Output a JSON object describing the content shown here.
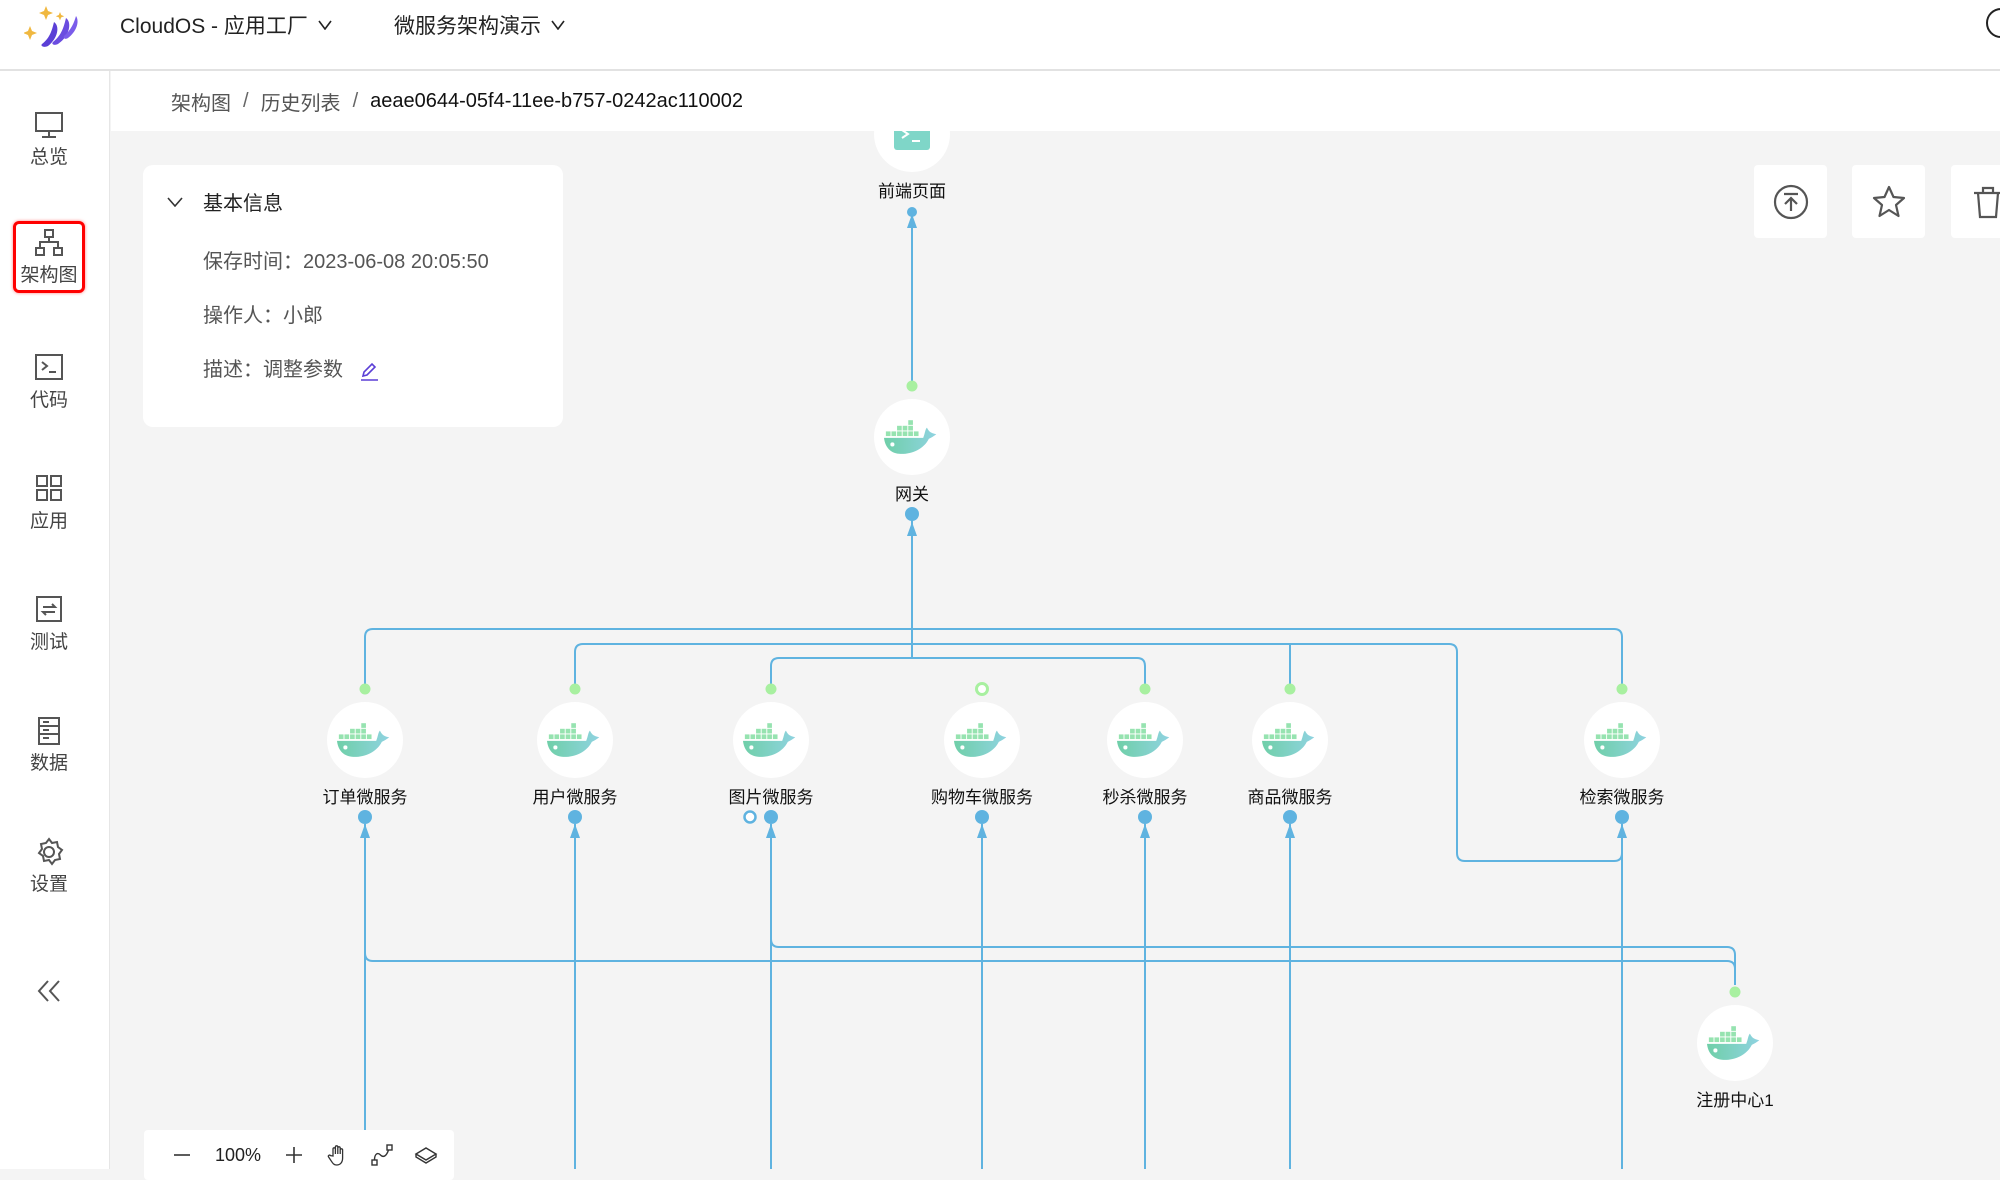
{
  "header": {
    "app_menu": "CloudOS - 应用工厂",
    "project_menu": "微服务架构演示"
  },
  "sidebar": {
    "items": [
      {
        "label": "总览",
        "icon": "monitor-icon"
      },
      {
        "label": "架构图",
        "icon": "hierarchy-icon",
        "active": true
      },
      {
        "label": "代码",
        "icon": "terminal-icon"
      },
      {
        "label": "应用",
        "icon": "grid-icon"
      },
      {
        "label": "测试",
        "icon": "test-icon"
      },
      {
        "label": "数据",
        "icon": "database-icon"
      },
      {
        "label": "设置",
        "icon": "gear-icon"
      }
    ],
    "collapse_icon": "double-chevron-left-icon"
  },
  "breadcrumb": [
    "架构图",
    "历史列表",
    "aeae0644-05f4-11ee-b757-0242ac110002"
  ],
  "info_panel": {
    "title": "基本信息",
    "save_time": "保存时间：2023-06-08 20:05:50",
    "operator": "操作人：小郎",
    "description": "描述：调整参数"
  },
  "actions": [
    "publish-icon",
    "star-icon",
    "trash-icon"
  ],
  "zoom_toolbar": {
    "zoom": "100%"
  },
  "colors": {
    "edge": "#5fb3e0",
    "port_in": "#a8f0a0",
    "port_out": "#5fb3e0",
    "red_highlight": "#ff0000",
    "accent": "#5b3fd6"
  },
  "diagram": {
    "nodes": [
      {
        "id": "frontend",
        "label": "前端页面",
        "type": "terminal"
      },
      {
        "id": "gateway",
        "label": "网关",
        "type": "docker"
      },
      {
        "id": "order",
        "label": "订单微服务",
        "type": "docker"
      },
      {
        "id": "user",
        "label": "用户微服务",
        "type": "docker"
      },
      {
        "id": "image",
        "label": "图片微服务",
        "type": "docker"
      },
      {
        "id": "cart",
        "label": "购物车微服务",
        "type": "docker"
      },
      {
        "id": "seckill",
        "label": "秒杀微服务",
        "type": "docker"
      },
      {
        "id": "product",
        "label": "商品微服务",
        "type": "docker"
      },
      {
        "id": "search",
        "label": "检索微服务",
        "type": "docker"
      },
      {
        "id": "registry",
        "label": "注册中心1",
        "type": "docker"
      }
    ],
    "edges": [
      [
        "gateway",
        "frontend"
      ],
      [
        "order",
        "gateway"
      ],
      [
        "user",
        "gateway"
      ],
      [
        "image",
        "gateway"
      ],
      [
        "seckill",
        "gateway"
      ],
      [
        "product",
        "gateway"
      ],
      [
        "search",
        "gateway"
      ],
      [
        "registry",
        "order"
      ],
      [
        "registry",
        "image"
      ],
      [
        "registry",
        "user"
      ],
      [
        "registry",
        "cart"
      ],
      [
        "registry",
        "seckill"
      ],
      [
        "registry",
        "product"
      ],
      [
        "registry",
        "search"
      ]
    ]
  }
}
